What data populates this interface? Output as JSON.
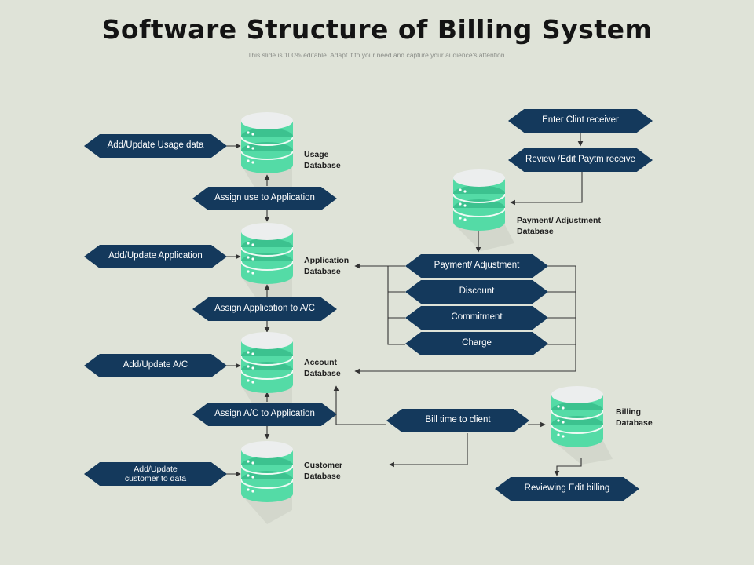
{
  "header": {
    "title": "Software Structure of Billing System",
    "subtitle": "This slide is 100% editable. Adapt it to your need and capture your audience's attention."
  },
  "colors": {
    "background": "#dfe3d8",
    "node_fill": "#14395c",
    "db_top": "#eceeee",
    "db_green": "#54dba6",
    "db_dark_green": "#3cc28f",
    "connector": "#333333"
  },
  "databases": {
    "usage": {
      "line1": "Usage",
      "line2": "Database"
    },
    "application": {
      "line1": "Application",
      "line2": "Database"
    },
    "account": {
      "line1": "Account",
      "line2": "Database"
    },
    "customer": {
      "line1": "Customer",
      "line2": "Database"
    },
    "payment": {
      "line1": "Payment/ Adjustment",
      "line2": "Database"
    },
    "billing": {
      "line1": "Billing",
      "line2": "Database"
    }
  },
  "nodes": {
    "add_update_usage": "Add/Update Usage data",
    "assign_use": "Assign use to Application",
    "add_update_application": "Add/Update Application",
    "assign_application": "Assign Application to A/C",
    "add_update_ac": "Add/Update A/C",
    "assign_ac": "Assign A/C to Application",
    "add_update_customer_line1": "Add/Update",
    "add_update_customer_line2": "customer to data",
    "enter_client": "Enter Clint receiver",
    "review_edit": "Review /Edit Paytm  receive",
    "payment_adjustment": "Payment/ Adjustment",
    "discount": "Discount",
    "commitment": "Commitment",
    "charge": "Charge",
    "bill_time": "Bill time to client",
    "reviewing_billing": "Reviewing Edit billing"
  }
}
